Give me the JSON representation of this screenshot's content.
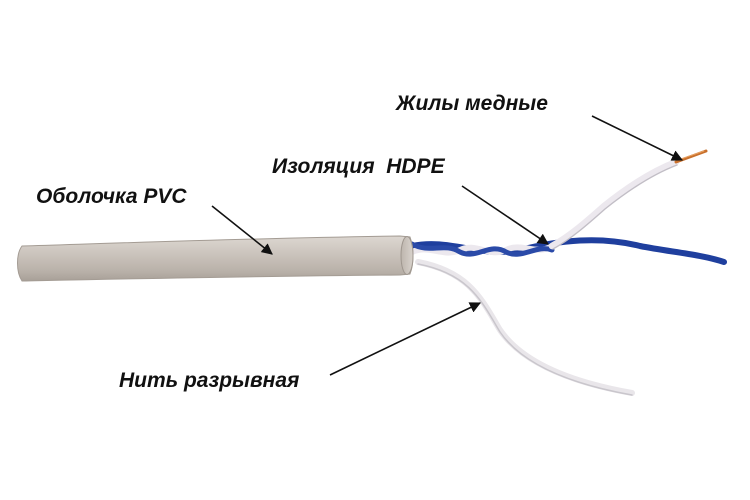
{
  "labels": {
    "copper_cores": "Жилы медные",
    "insulation": "Изоляция  HDPE",
    "sheath": "Оболочка PVC",
    "rip_cord": "Нить разрывная"
  },
  "colors": {
    "sheath": "#c9c2bb",
    "blue_wire": "#1f3f9e",
    "white_wire": "#ece8ee",
    "copper": "#c8702c",
    "arrow": "#111111"
  }
}
